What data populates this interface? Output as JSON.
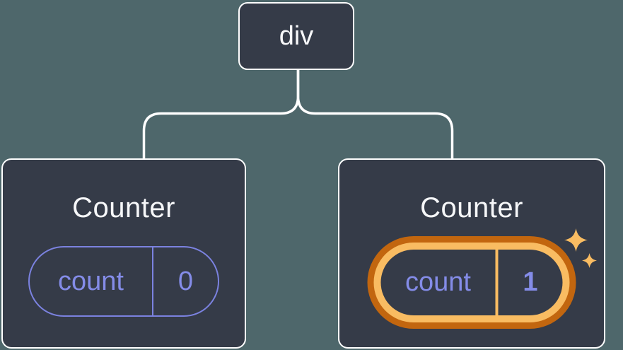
{
  "theme": {
    "background": "#4e676b",
    "card_bg": "#353b48",
    "card_border": "#ffffff",
    "connector": "#ffffff",
    "text_light": "#f6f7f9",
    "purple": "#848ce8",
    "purple_border": "#7b82e0",
    "orange_dark": "#c2660f",
    "orange_light": "#f9bc62"
  },
  "tree": {
    "root": {
      "label": "div"
    },
    "children": [
      {
        "title": "Counter",
        "state": {
          "key": "count",
          "value": "0"
        },
        "highlighted": false
      },
      {
        "title": "Counter",
        "state": {
          "key": "count",
          "value": "1"
        },
        "highlighted": true,
        "badge": "sparkles-icon"
      }
    ]
  }
}
